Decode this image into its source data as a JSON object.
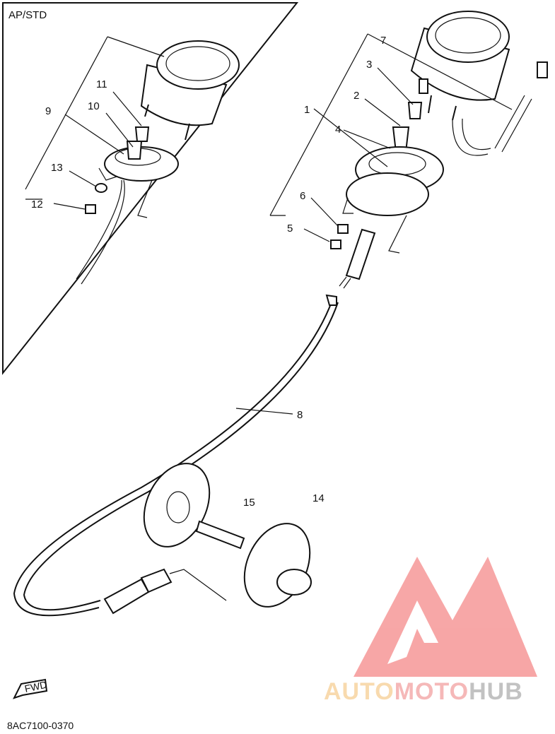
{
  "variant_label": "AP/STD",
  "diagram_code": "8AC7100-0370",
  "fwd_label": "FWD",
  "callouts": [
    "1",
    "2",
    "3",
    "4",
    "5",
    "6",
    "7",
    "8",
    "9",
    "10",
    "11",
    "12",
    "13",
    "14",
    "15"
  ],
  "watermark": {
    "part1": "AUTO",
    "part2": "MOTO",
    "part3": "HUB",
    "colors": {
      "part1": "#f5c27a",
      "part2": "#f08a8a",
      "part3": "#9a9a9a",
      "logo": "#f26c6c"
    }
  }
}
